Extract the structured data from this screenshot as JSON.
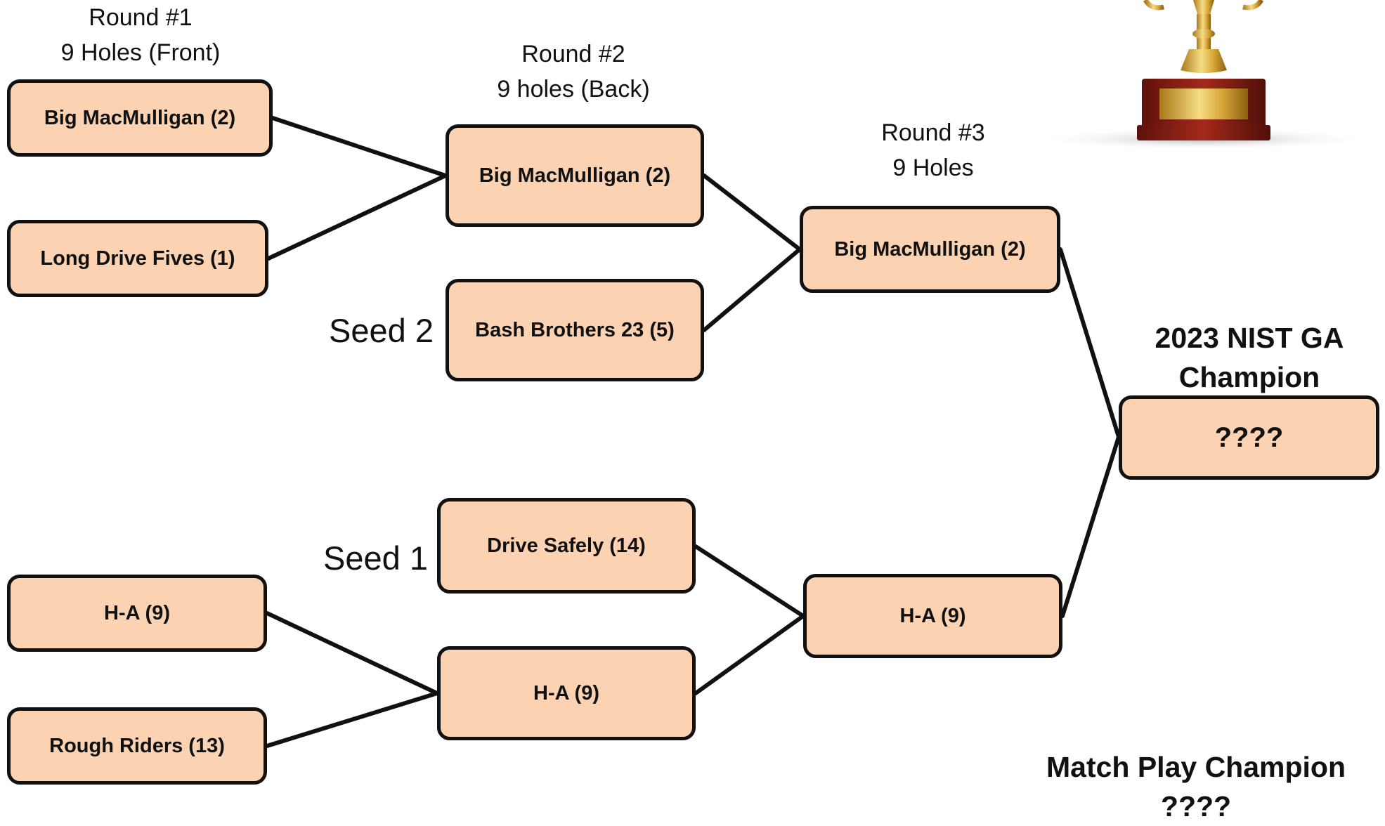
{
  "rounds": {
    "r1": {
      "line1": "Round #1",
      "line2": "9 Holes (Front)"
    },
    "r2": {
      "line1": "Round #2",
      "line2": "9 holes (Back)"
    },
    "r3": {
      "line1": "Round #3",
      "line2": "9 Holes"
    }
  },
  "seeds": {
    "seed2": "Seed 2",
    "seed1": "Seed 1"
  },
  "teams": {
    "r1_top_a": "Big MacMulligan (2)",
    "r1_top_b": "Long Drive Fives (1)",
    "r2_top_winner": "Big MacMulligan (2)",
    "r2_seed2": "Bash Brothers 23 (5)",
    "r3_top": "Big MacMulligan (2)",
    "r2_seed1": "Drive Safely (14)",
    "r1_bot_a": "H-A (9)",
    "r1_bot_b": "Rough Riders (13)",
    "r2_bot_winner": "H-A (9)",
    "r3_bot": "H-A (9)"
  },
  "champion": {
    "title_line1": "2023 NIST GA",
    "title_line2": "Champion",
    "name": "????"
  },
  "match_play": {
    "title": "Match Play Champion",
    "name": "????"
  },
  "colors": {
    "box_fill": "#fbd3b2",
    "box_border": "#111111",
    "trophy_gold": "#d8a93a",
    "trophy_wood": "#8a1f14"
  },
  "icons": {
    "trophy": "trophy-icon"
  }
}
